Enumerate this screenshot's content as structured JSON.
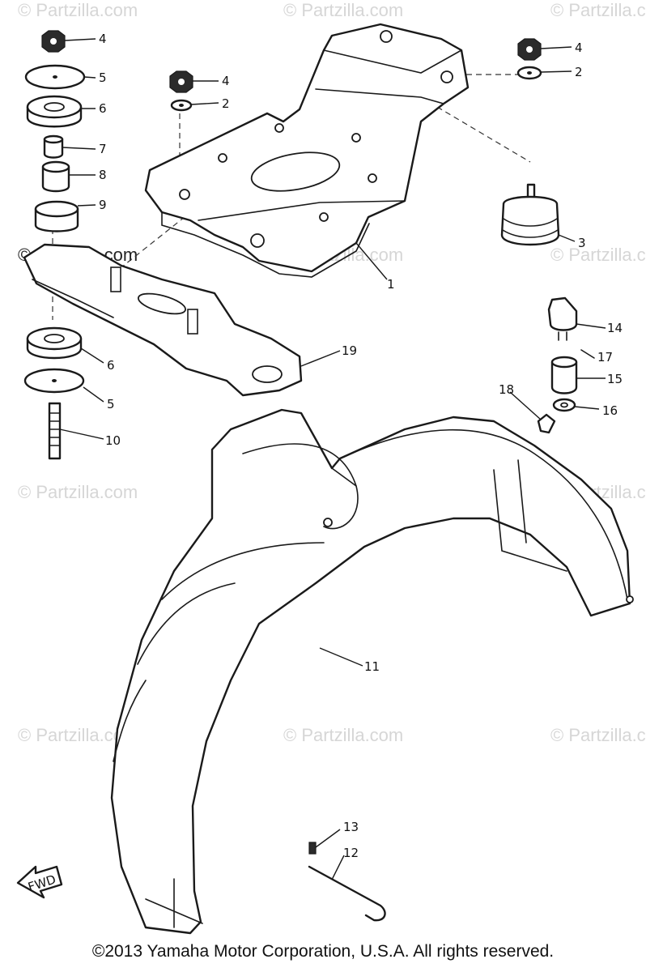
{
  "watermark": {
    "text": "© Partzilla.com"
  },
  "fwd_label": "FWD",
  "callouts": {
    "c1": "1",
    "c2a": "2",
    "c2b": "2",
    "c3": "3",
    "c4a": "4",
    "c4b": "4",
    "c4c": "4",
    "c5a": "5",
    "c5b": "5",
    "c6a": "6",
    "c6b": "6",
    "c7": "7",
    "c8": "8",
    "c9": "9",
    "c10": "10",
    "c11": "11",
    "c12": "12",
    "c13": "13",
    "c14": "14",
    "c15": "15",
    "c16": "16",
    "c17": "17",
    "c18": "18",
    "c19": "19"
  },
  "footer": {
    "copyright": "©2013  Yamaha Motor Corporation, U.S.A. All rights reserved."
  },
  "colors": {
    "line": "#1a1a1a",
    "watermark": "#d6d6d6",
    "background": "#ffffff"
  }
}
